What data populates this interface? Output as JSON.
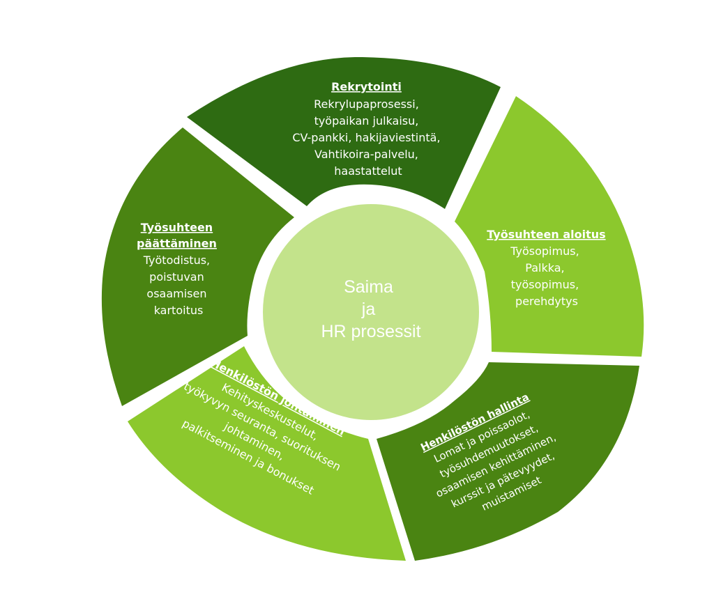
{
  "center": {
    "lines": [
      "Saima",
      "ja",
      "HR prosessit"
    ],
    "color": "#c3e38b"
  },
  "segments": [
    {
      "id": "rekrytointi",
      "title": "Rekrytointi",
      "lines": [
        "Rekrylupaprosessi,",
        "työpaikan julkaisu,",
        "CV-pankki, hakijaviestintä,",
        "Vahtikoira-palvelu,",
        "haastattelut"
      ],
      "color": "#2e6b12"
    },
    {
      "id": "tyosuhteen-aloitus",
      "title": "Työsuhteen aloitus",
      "lines": [
        "Työsopimus,",
        "Palkka,",
        "työsopimus,",
        "perehdytys"
      ],
      "color": "#8cc82d"
    },
    {
      "id": "henkiloston-hallinta",
      "title": "Henkilöstön hallinta",
      "lines": [
        "Lomat ja poissaolot,",
        "työsuhdemuutokset,",
        "osaamisen kehittäminen,",
        "kurssit ja pätevyydet,",
        "muistamiset"
      ],
      "color": "#4a8412"
    },
    {
      "id": "henkiloston-johtaminen",
      "title": "Henkilöstön johtaminen",
      "lines": [
        "Kehityskeskustelut,",
        "työkyvyn seuranta, suorituksen",
        "johtaminen,",
        "palkitseminen ja bonukset"
      ],
      "color": "#8cc82d"
    },
    {
      "id": "tyosuhteen-paattaminen",
      "title_lines": [
        "Työsuhteen",
        "päättäminen"
      ],
      "lines": [
        "Työtodistus,",
        "poistuvan",
        "osaamisen",
        "kartoitus"
      ],
      "color": "#4a8412"
    }
  ]
}
